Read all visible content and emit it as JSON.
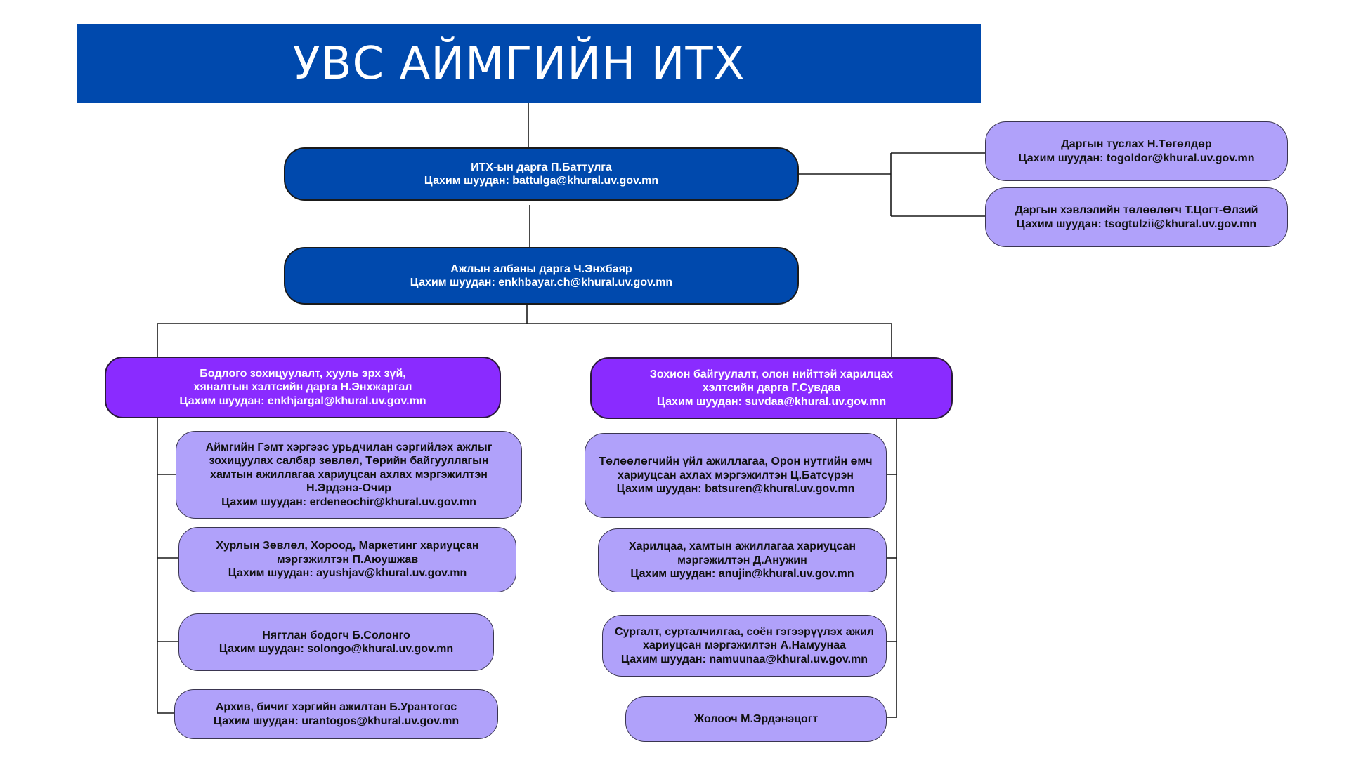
{
  "title": "УВС АЙМГИЙН ИТХ",
  "chairman": {
    "name": "ИТХ-ын дарга П.Баттулга",
    "email": "Цахим шуудан: battulga@khural.uv.gov.mn"
  },
  "office_head": {
    "name": "Ажлын албаны дарга Ч.Энхбаяр",
    "email": "Цахим шуудан: enkhbayar.ch@khural.uv.gov.mn"
  },
  "assistants": [
    {
      "name": "Даргын туслах Н.Төгөлдөр",
      "email": "Цахим шуудан: togoldor@khural.uv.gov.mn"
    },
    {
      "name": "Даргын хэвлэлийн төлөөлөгч Т.Цогт-Өлзий",
      "email": "Цахим шуудан: tsogtulzii@khural.uv.gov.mn"
    }
  ],
  "left_department": {
    "name": "Бодлого зохицуулалт, хууль эрх зүй,\nхяналтын хэлтсийн дарга Н.Энхжаргал",
    "email": "Цахим шуудан: enkhjargal@khural.uv.gov.mn"
  },
  "right_department": {
    "name": "Зохион байгуулалт, олон нийттэй харилцах\nхэлтсийн дарга Г.Сувдаа",
    "email": "Цахим шуудан: suvdaa@khural.uv.gov.mn"
  },
  "left_staff": [
    {
      "name": "Аймгийн Гэмт хэргээс урьдчилан сэргийлэх ажлыг\nзохицуулах салбар зөвлөл, Төрийн байгууллагын\nхамтын ажиллагаа хариуцсан ахлах мэргэжилтэн\nН.Эрдэнэ-Очир",
      "email": "Цахим шуудан: erdeneochir@khural.uv.gov.mn"
    },
    {
      "name": "Хурлын Зөвлөл, Хороод, Маркетинг хариуцсан\nмэргэжилтэн П.Аюушжав",
      "email": "Цахим шуудан: ayushjav@khural.uv.gov.mn"
    },
    {
      "name": "Нягтлан бодогч Б.Солонго",
      "email": "Цахим шуудан: solongo@khural.uv.gov.mn"
    },
    {
      "name": "Архив, бичиг хэргийн ажилтан Б.Урантогос",
      "email": "Цахим шуудан: urantogos@khural.uv.gov.mn"
    }
  ],
  "right_staff": [
    {
      "name": "Төлөөлөгчийн үйл ажиллагаа, Орон нутгийн өмч\nхариуцсан ахлах мэргэжилтэн Ц.Батсүрэн",
      "email": "Цахим шуудан: batsuren@khural.uv.gov.mn"
    },
    {
      "name": "Харилцаа, хамтын ажиллагаа хариуцсан\nмэргэжилтэн Д.Анужин",
      "email": "Цахим шуудан: anujin@khural.uv.gov.mn"
    },
    {
      "name": "Сургалт, сурталчилгаа, соён гэгээрүүлэх ажил\nхариуцсан мэргэжилтэн А.Намуунаа",
      "email": "Цахим шуудан: namuunaa@khural.uv.gov.mn"
    },
    {
      "name": "Жолооч М.Эрдэнэцогт",
      "email": ""
    }
  ],
  "colors": {
    "title_bar": "#0049ad",
    "leadership_box": "#0049ad",
    "department_box": "#8a2bff",
    "staff_box": "#b0a1fa",
    "connector": "#1a1a1a"
  }
}
